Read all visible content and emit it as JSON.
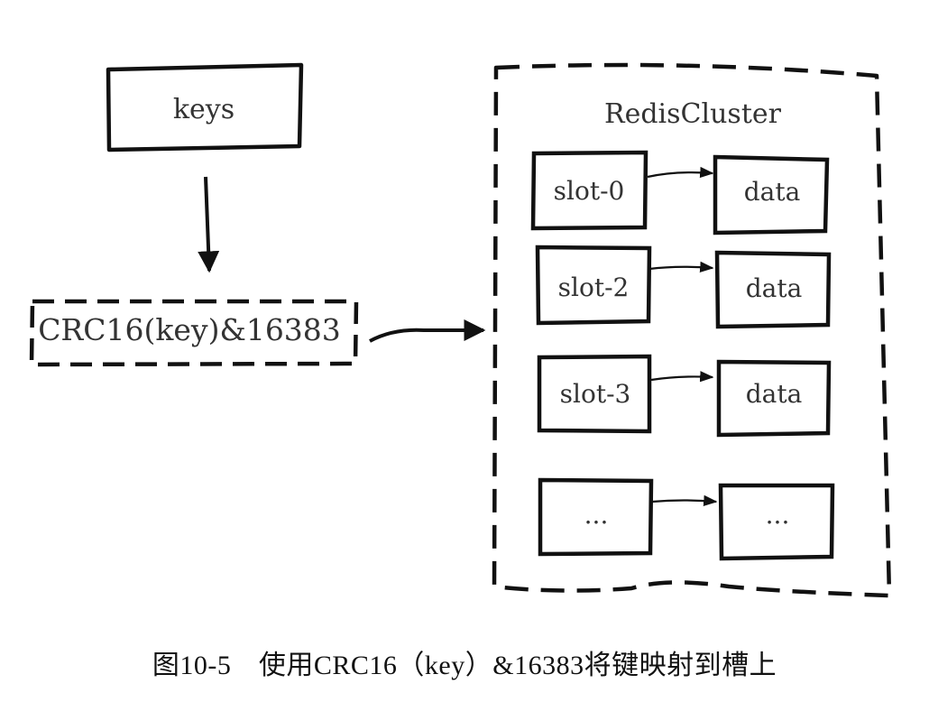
{
  "input": {
    "label": "keys"
  },
  "hash": {
    "label": "CRC16(key)&16383"
  },
  "cluster": {
    "title": "RedisCluster",
    "rows": [
      {
        "slot": "slot-0",
        "data": "data"
      },
      {
        "slot": "slot-2",
        "data": "data"
      },
      {
        "slot": "slot-3",
        "data": "data"
      },
      {
        "slot": "...",
        "data": "..."
      }
    ]
  },
  "caption": "图10-5　使用CRC16（key）&16383将键映射到槽上"
}
